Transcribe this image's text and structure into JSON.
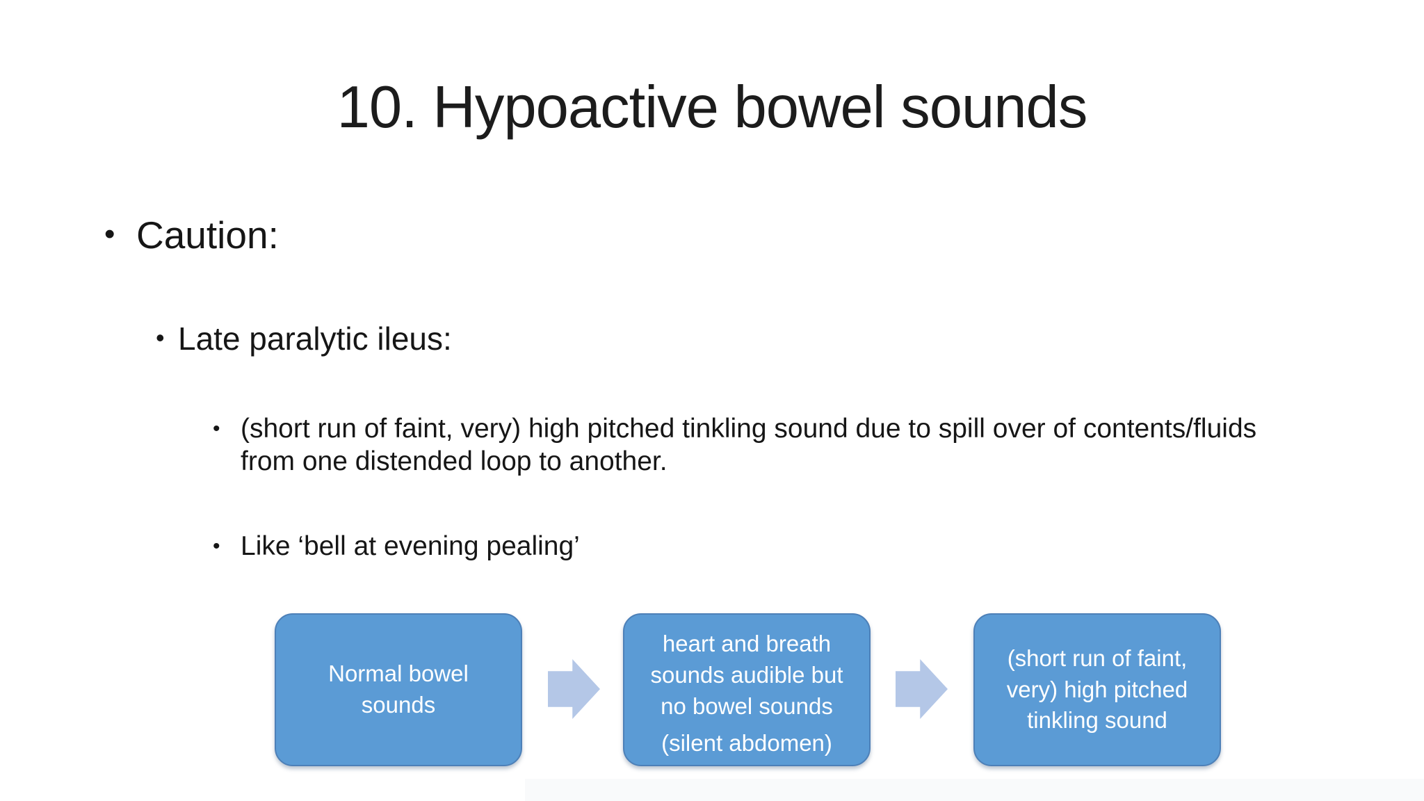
{
  "slide": {
    "title": "10. Hypoactive bowel sounds"
  },
  "bullets": [
    {
      "level": 1,
      "text": "Caution:"
    },
    {
      "level": 2,
      "text": "Late paralytic ileus:"
    },
    {
      "level": 3,
      "text": "(short run of faint, very) high pitched tinkling sound due to spill over of contents/fluids from one distended loop to another."
    },
    {
      "level": 3,
      "text": "Like ‘bell at evening pealing’"
    }
  ],
  "glyphs": {
    "bullet": "•"
  },
  "diagram": {
    "boxes": [
      {
        "label": "Normal bowel sounds"
      },
      {
        "label": "heart and breath sounds audible but no bowel sounds",
        "sublabel": "(silent abdomen)"
      },
      {
        "label": "(short run of faint, very) high pitched tinkling sound"
      }
    ],
    "colors": {
      "box_fill": "#5b9bd5",
      "box_border": "#4d80b8",
      "box_text": "#ffffff",
      "arrow_fill": "#b4c7e7",
      "slide_background": "#ffffff",
      "body_text": "#161616"
    }
  }
}
